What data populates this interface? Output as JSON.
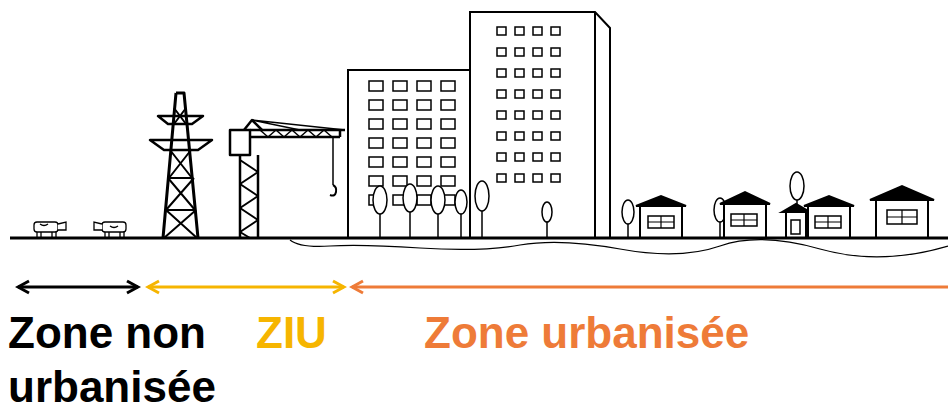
{
  "diagram": {
    "labels": [
      "Zone non urbanisée",
      "ZIU",
      "Zone urbanisée"
    ]
  }
}
